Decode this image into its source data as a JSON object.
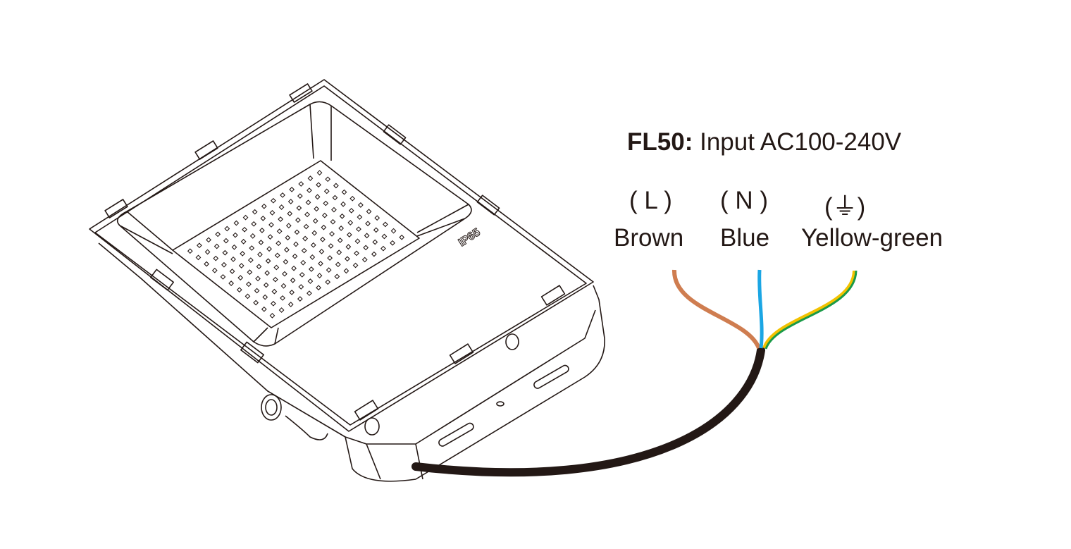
{
  "title": {
    "model": "FL50:",
    "text": "Input AC100-240V"
  },
  "wires": [
    {
      "symbol": "( L )",
      "color_name": "Brown",
      "color": "#cf7d50"
    },
    {
      "symbol": "( N )",
      "color_name": "Blue",
      "color": "#1ba6e4"
    },
    {
      "symbol": "(⏚)",
      "color_name": "Yellow-green",
      "color": "#1a9a48",
      "stripe": "#f2c200"
    }
  ],
  "housing_label": "IP65",
  "cable_color": "#231815"
}
